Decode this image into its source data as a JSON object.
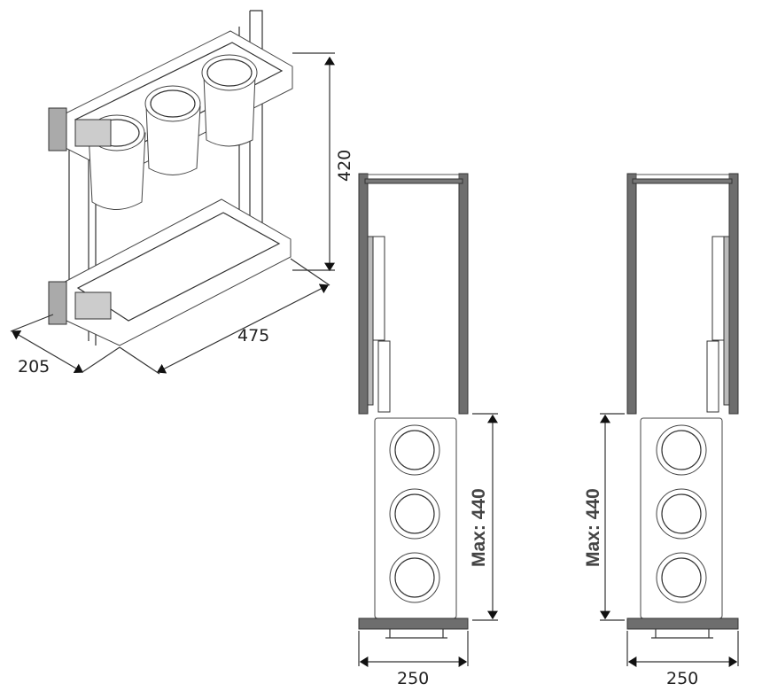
{
  "isometric_view": {
    "height_label": "420",
    "depth_label": "475",
    "width_label": "205"
  },
  "front_view_left": {
    "extension_label": "Max: 440",
    "width_label": "250"
  },
  "front_view_right": {
    "extension_label": "Max: 440",
    "width_label": "250"
  },
  "colors": {
    "panel": "#6e6e6e",
    "line": "#333333"
  }
}
